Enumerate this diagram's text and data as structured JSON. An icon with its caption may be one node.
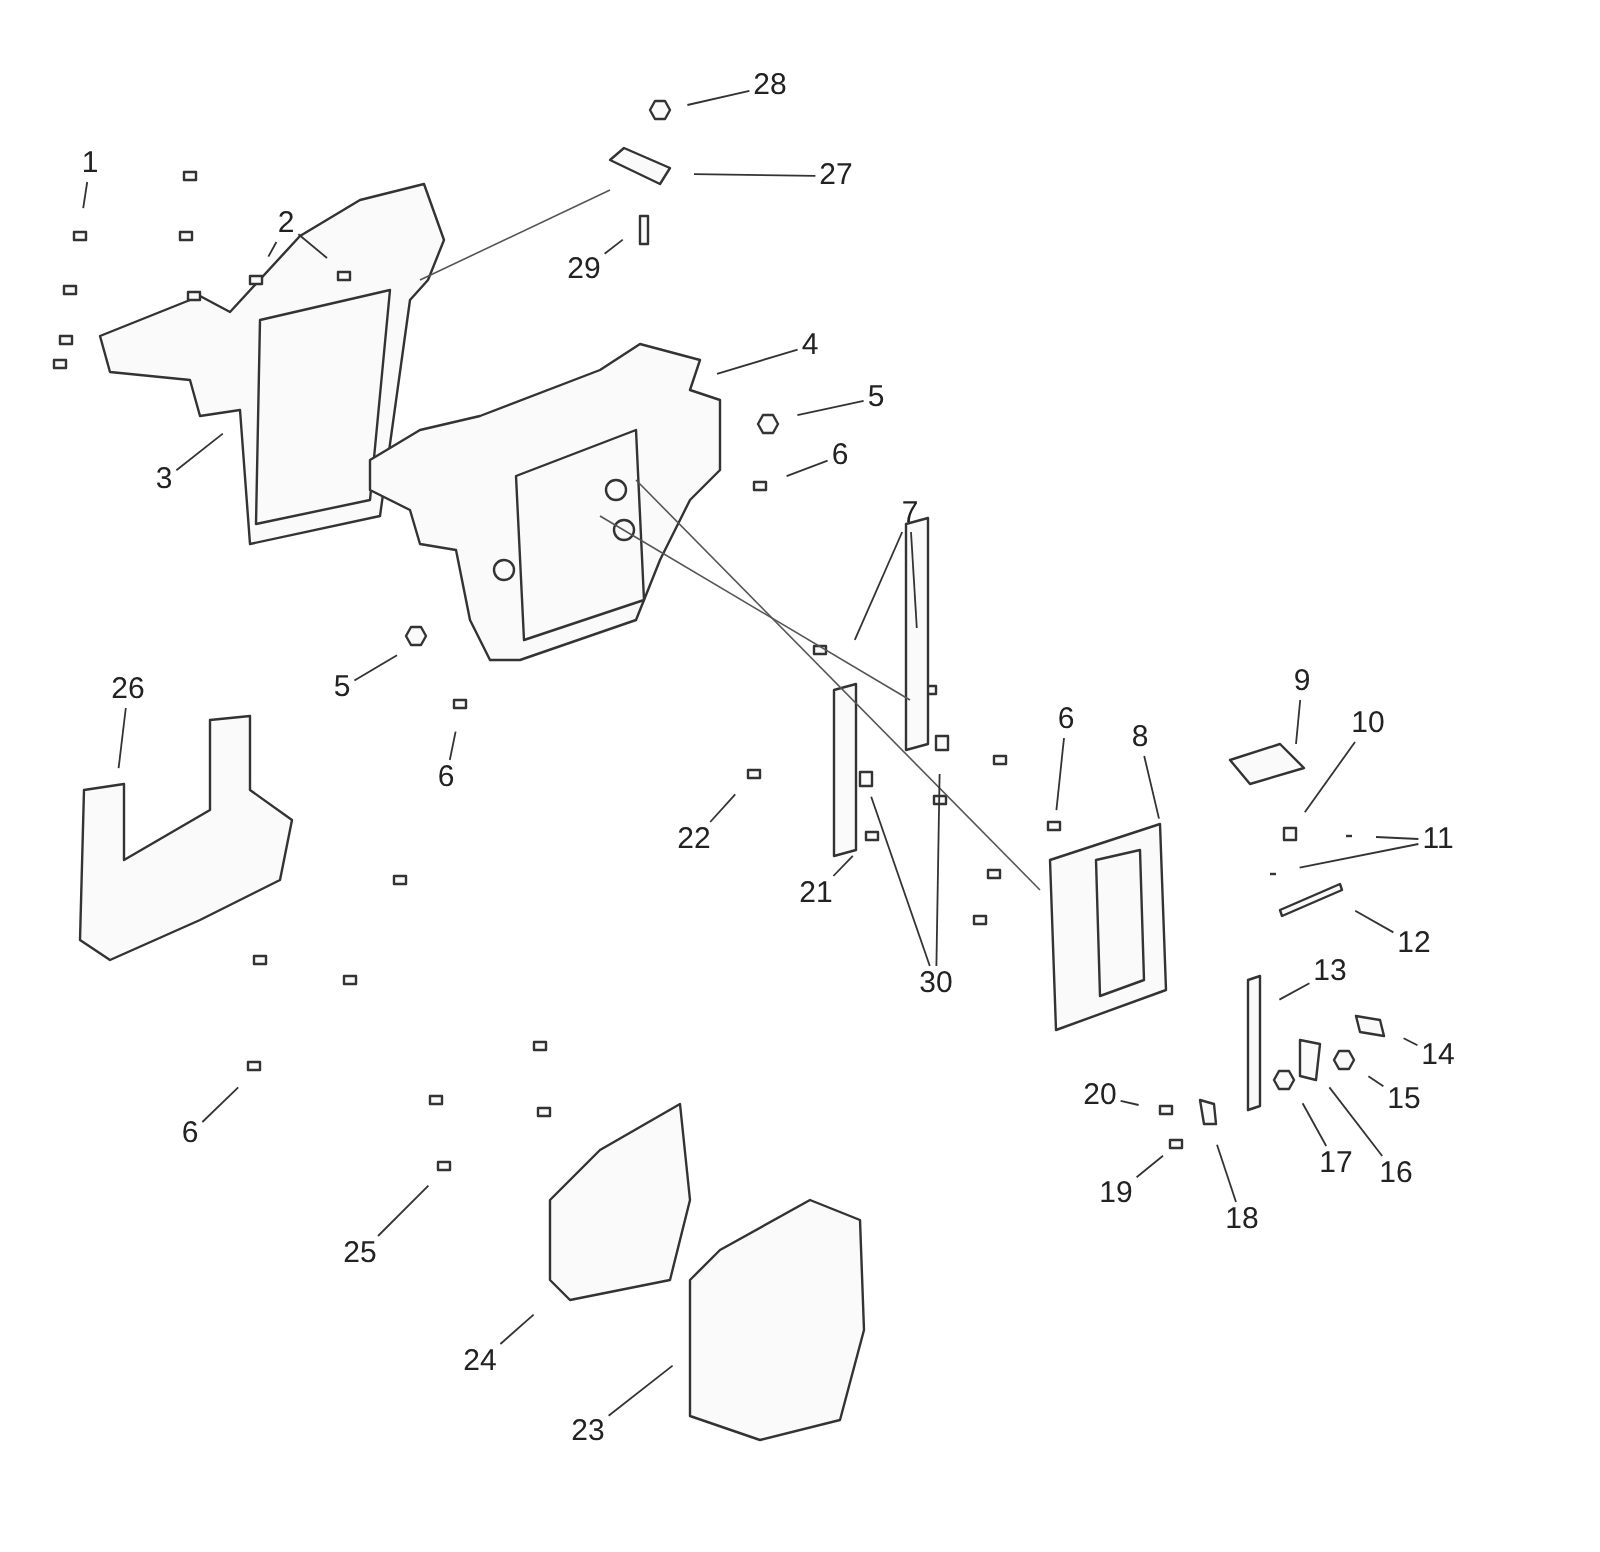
{
  "diagram": {
    "nodes": [
      {
        "text": [
          "28"
        ]
      },
      {
        "text": [
          "1"
        ]
      },
      {
        "text": [
          "27"
        ]
      },
      {
        "text": [
          "2"
        ]
      },
      {
        "text": [
          "29"
        ]
      },
      {
        "text": [
          "4"
        ]
      },
      {
        "text": [
          "5"
        ]
      },
      {
        "text": [
          "3"
        ]
      },
      {
        "text": [
          "6"
        ]
      },
      {
        "text": [
          "7"
        ]
      },
      {
        "text": [
          "26"
        ]
      },
      {
        "text": [
          "5"
        ]
      },
      {
        "text": [
          "6"
        ]
      },
      {
        "text": [
          "22"
        ]
      },
      {
        "text": [
          "21"
        ]
      },
      {
        "text": [
          "30"
        ]
      },
      {
        "text": [
          "6"
        ]
      },
      {
        "text": [
          "8"
        ]
      },
      {
        "text": [
          "9"
        ]
      },
      {
        "text": [
          "10"
        ]
      },
      {
        "text": [
          "11"
        ]
      },
      {
        "text": [
          "12"
        ]
      },
      {
        "text": [
          "13"
        ]
      },
      {
        "text": [
          "14"
        ]
      },
      {
        "text": [
          "15"
        ]
      },
      {
        "text": [
          "16"
        ]
      },
      {
        "text": [
          "17"
        ]
      },
      {
        "text": [
          "18"
        ]
      },
      {
        "text": [
          "19"
        ]
      },
      {
        "text": [
          "20"
        ]
      },
      {
        "text": [
          "6"
        ]
      },
      {
        "text": [
          "25"
        ]
      },
      {
        "text": [
          "24"
        ]
      },
      {
        "text": [
          "23"
        ]
      }
    ],
    "edges": [
      {
        "from": 0,
        "to": null,
        "arrow": "none"
      },
      {
        "from": 1,
        "to": null,
        "arrow": "none"
      },
      {
        "from": 2,
        "to": null,
        "arrow": "none"
      },
      {
        "from": 3,
        "to": null,
        "arrow": "none"
      },
      {
        "from": 3,
        "to": null,
        "arrow": "none"
      },
      {
        "from": 4,
        "to": null,
        "arrow": "none"
      },
      {
        "from": 5,
        "to": null,
        "arrow": "none"
      },
      {
        "from": 6,
        "to": null,
        "arrow": "none"
      },
      {
        "from": 7,
        "to": null,
        "arrow": "none"
      },
      {
        "from": 8,
        "to": null,
        "arrow": "none"
      },
      {
        "from": 9,
        "to": null,
        "arrow": "none"
      },
      {
        "from": 9,
        "to": null,
        "arrow": "none"
      },
      {
        "from": 10,
        "to": null,
        "arrow": "none"
      },
      {
        "from": 11,
        "to": null,
        "arrow": "none"
      },
      {
        "from": 12,
        "to": null,
        "arrow": "none"
      },
      {
        "from": 13,
        "to": null,
        "arrow": "none"
      },
      {
        "from": 14,
        "to": null,
        "arrow": "none"
      },
      {
        "from": 15,
        "to": null,
        "arrow": "none"
      },
      {
        "from": 15,
        "to": null,
        "arrow": "none"
      },
      {
        "from": 16,
        "to": null,
        "arrow": "none"
      },
      {
        "from": 17,
        "to": null,
        "arrow": "none"
      },
      {
        "from": 18,
        "to": null,
        "arrow": "none"
      },
      {
        "from": 19,
        "to": null,
        "arrow": "none"
      },
      {
        "from": 20,
        "to": null,
        "arrow": "none"
      },
      {
        "from": 20,
        "to": null,
        "arrow": "none"
      },
      {
        "from": 21,
        "to": null,
        "arrow": "none"
      },
      {
        "from": 22,
        "to": null,
        "arrow": "none"
      },
      {
        "from": 23,
        "to": null,
        "arrow": "none"
      },
      {
        "from": 24,
        "to": null,
        "arrow": "none"
      },
      {
        "from": 25,
        "to": null,
        "arrow": "none"
      },
      {
        "from": 26,
        "to": null,
        "arrow": "none"
      },
      {
        "from": 27,
        "to": null,
        "arrow": "none"
      },
      {
        "from": 28,
        "to": null,
        "arrow": "none"
      },
      {
        "from": 29,
        "to": null,
        "arrow": "none"
      },
      {
        "from": 30,
        "to": null,
        "arrow": "none"
      },
      {
        "from": 31,
        "to": null,
        "arrow": "none"
      },
      {
        "from": 32,
        "to": null,
        "arrow": "none"
      },
      {
        "from": 33,
        "to": null,
        "arrow": "none"
      }
    ]
  }
}
